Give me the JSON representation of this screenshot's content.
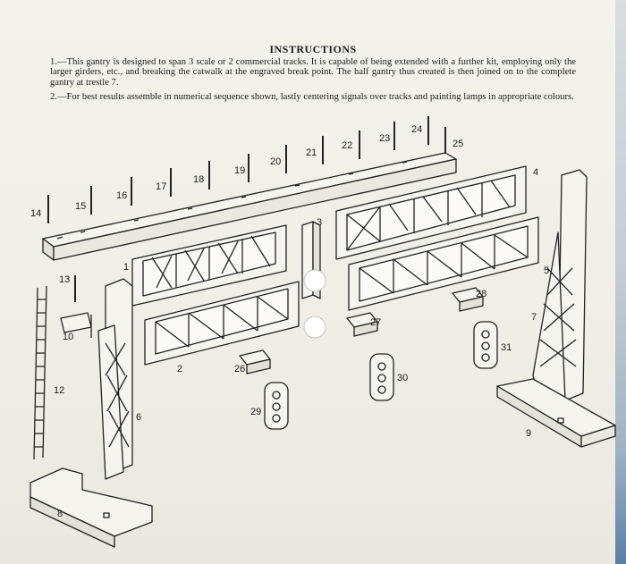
{
  "document": {
    "title": "INSTRUCTIONS",
    "paragraphs": [
      "1.—This gantry is designed to span 3 scale or 2 commercial tracks. It is capable of being extended with a further kit, employing only the larger girders, etc., and breaking the catwalk at the engraved break point. The half gantry thus created is then joined on to the complete gantry at trestle 7.",
      "2.—For best results assemble in numerical sequence shown, lastly centering signals over tracks and painting lamps in appropriate colours."
    ]
  },
  "parts": {
    "p1": "1",
    "p2": "2",
    "p3": "3",
    "p4": "4",
    "p5": "5",
    "p6": "6",
    "p7": "7",
    "p8": "8",
    "p9": "9",
    "p10": "10",
    "p12": "12",
    "p13": "13",
    "p14": "14",
    "p15": "15",
    "p16": "16",
    "p17": "17",
    "p18": "18",
    "p19": "19",
    "p20": "20",
    "p21": "21",
    "p22": "22",
    "p23": "23",
    "p24": "24",
    "p25": "25",
    "p26": "26",
    "p27": "27",
    "p28": "28",
    "p29": "29",
    "p30": "30",
    "p31": "31"
  },
  "colors": {
    "ink": "#222222",
    "paper": "#f1efe9"
  }
}
